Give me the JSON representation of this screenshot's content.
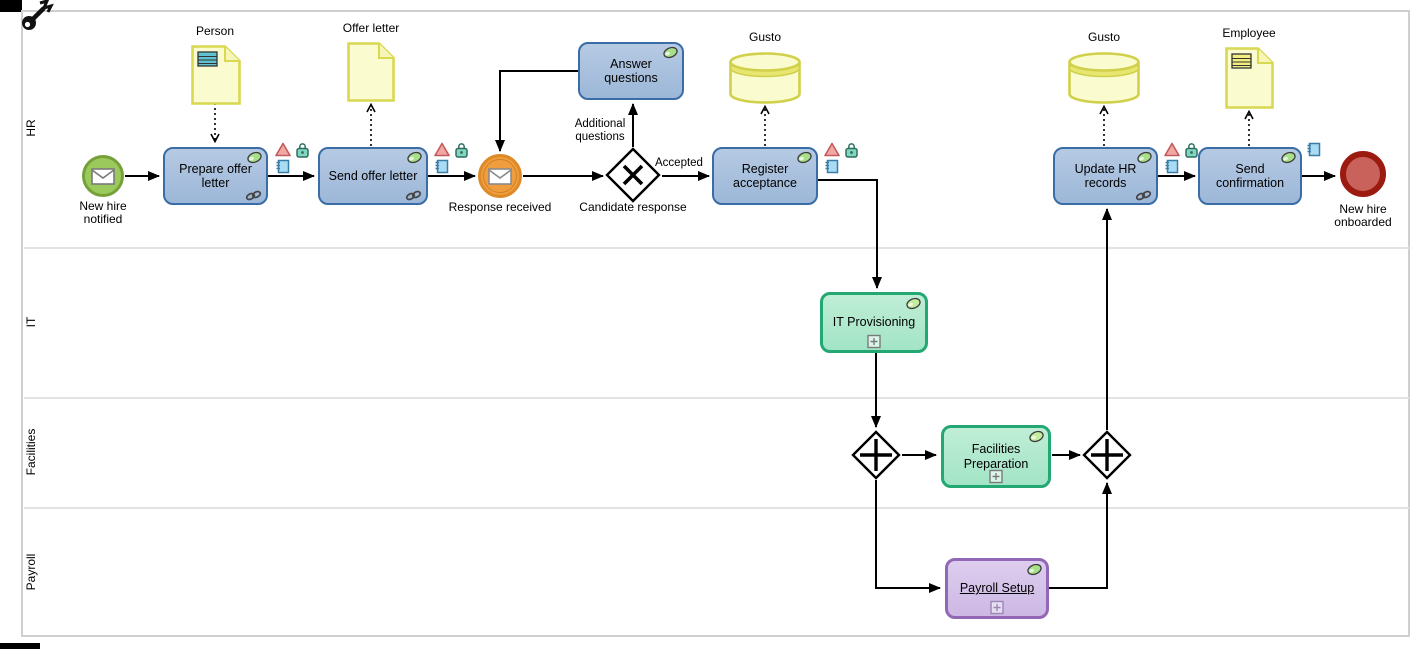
{
  "diagram_type": "BPMN process - new hire onboarding",
  "lanes": [
    {
      "label": "HR"
    },
    {
      "label": "IT"
    },
    {
      "label": "Facilities"
    },
    {
      "label": "Payroll"
    }
  ],
  "nodes": {
    "start_event": {
      "label": "New hire notified",
      "type": "message-start-event"
    },
    "prepare_offer_letter": {
      "label": "Prepare offer letter",
      "type": "task"
    },
    "person_data": {
      "label": "Person",
      "type": "data-object"
    },
    "send_offer_letter": {
      "label": "Send offer letter",
      "type": "task"
    },
    "offer_letter_data": {
      "label": "Offer letter",
      "type": "data-object"
    },
    "response_received": {
      "label": "Response received",
      "type": "message-intermediate-event"
    },
    "answer_questions": {
      "label": "Answer questions",
      "type": "task"
    },
    "candidate_response_gateway": {
      "label": "Candidate response",
      "type": "exclusive-gateway"
    },
    "register_acceptance": {
      "label": "Register acceptance",
      "type": "task"
    },
    "gusto_store_1": {
      "label": "Gusto",
      "type": "data-store"
    },
    "it_provisioning": {
      "label": "IT Provisioning",
      "type": "collapsed-subprocess"
    },
    "facilities_preparation": {
      "label": "Facilities Preparation",
      "type": "collapsed-subprocess"
    },
    "payroll_setup": {
      "label": "Payroll Setup",
      "type": "collapsed-subprocess"
    },
    "update_hr_records": {
      "label": "Update HR records",
      "type": "task"
    },
    "gusto_store_2": {
      "label": "Gusto",
      "type": "data-store"
    },
    "send_confirmation": {
      "label": "Send confirmation",
      "type": "task"
    },
    "employee_data": {
      "label": "Employee",
      "type": "data-object"
    },
    "end_event": {
      "label": "New hire onboarded",
      "type": "end-event"
    }
  },
  "edge_labels": {
    "accepted": "Accepted",
    "additional_questions": "Additional questions"
  },
  "icons": {
    "wrench_cursor": "wrench-tool-cursor",
    "envelope": "message-envelope",
    "warning": "pink-warning-triangle",
    "lock": "teal-padlock",
    "note": "blue-sticky-note",
    "link": "chain-link",
    "badge": "green-ellipse-badge",
    "plus": "collapsed-subprocess-plus",
    "table_teal": "teal-table-glyph",
    "table_yellow": "yellow-table-glyph"
  },
  "colors": {
    "task_fill": "#a6bedd",
    "task_border": "#3a6ca6",
    "subprocess_green_fill": "#b2e9cd",
    "subprocess_green_border": "#23a873",
    "subprocess_purple_fill": "#d5c4e9",
    "subprocess_purple_border": "#9268b6",
    "data_fill": "#fbfbd0",
    "data_border": "#d8d852",
    "start_fill": "#9cc95c",
    "start_border": "#76a03a",
    "intermediate_fill": "#f09d3f",
    "intermediate_border": "#dd8a26",
    "end_fill": "#c9625a",
    "end_border": "#9b1b10",
    "lane_border": "#dddddd"
  }
}
